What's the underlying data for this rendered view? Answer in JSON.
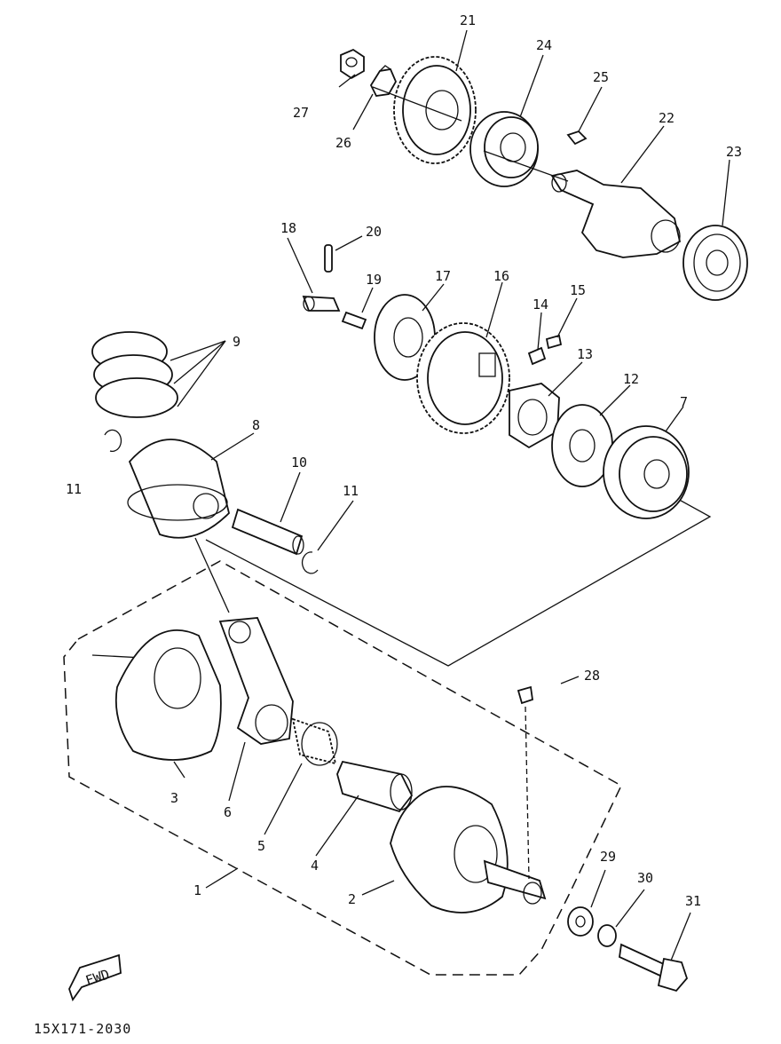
{
  "diagram": {
    "parts": [
      {
        "no": "1"
      },
      {
        "no": "2"
      },
      {
        "no": "3"
      },
      {
        "no": "4"
      },
      {
        "no": "5"
      },
      {
        "no": "6"
      },
      {
        "no": "7"
      },
      {
        "no": "8"
      },
      {
        "no": "9"
      },
      {
        "no": "10"
      },
      {
        "no": "11"
      },
      {
        "no": "11"
      },
      {
        "no": "12"
      },
      {
        "no": "13"
      },
      {
        "no": "14"
      },
      {
        "no": "15"
      },
      {
        "no": "16"
      },
      {
        "no": "17"
      },
      {
        "no": "18"
      },
      {
        "no": "19"
      },
      {
        "no": "20"
      },
      {
        "no": "21"
      },
      {
        "no": "22"
      },
      {
        "no": "23"
      },
      {
        "no": "24"
      },
      {
        "no": "25"
      },
      {
        "no": "26"
      },
      {
        "no": "27"
      },
      {
        "no": "28"
      },
      {
        "no": "29"
      },
      {
        "no": "30"
      },
      {
        "no": "31"
      }
    ],
    "fwd_label": "FWD",
    "drawing_code": "15X171-2030"
  }
}
